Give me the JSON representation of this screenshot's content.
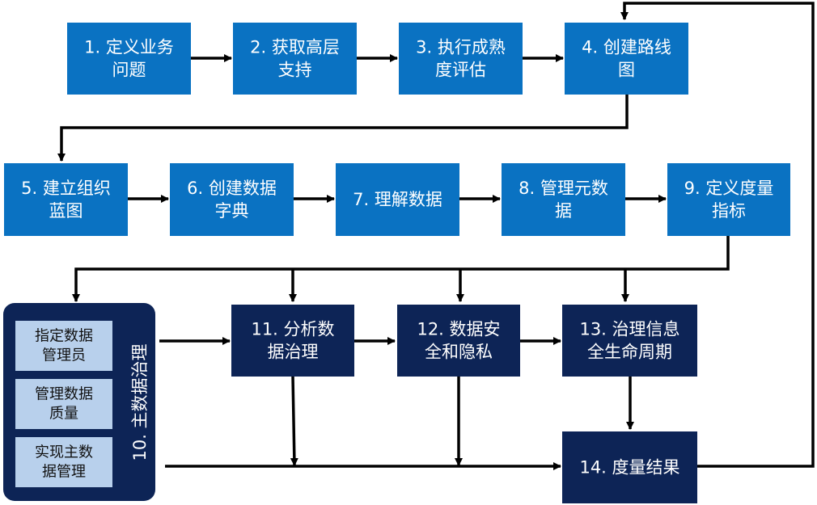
{
  "colors": {
    "step_box": "#0a72c2",
    "governance_box": "#0d2456",
    "sub_box": "#b8d0ec",
    "connector": "#000000"
  },
  "steps": [
    {
      "id": "s1",
      "lines": [
        "1. 定义业务",
        "问题"
      ]
    },
    {
      "id": "s2",
      "lines": [
        "2. 获取高层",
        "支持"
      ]
    },
    {
      "id": "s3",
      "lines": [
        "3. 执行成熟",
        "度评估"
      ]
    },
    {
      "id": "s4",
      "lines": [
        "4. 创建路线",
        "图"
      ]
    },
    {
      "id": "s5",
      "lines": [
        "5. 建立组织",
        "蓝图"
      ]
    },
    {
      "id": "s6",
      "lines": [
        "6. 创建数据",
        "字典"
      ]
    },
    {
      "id": "s7",
      "lines": [
        "7. 理解数据"
      ]
    },
    {
      "id": "s8",
      "lines": [
        "8. 管理元数",
        "据"
      ]
    },
    {
      "id": "s9",
      "lines": [
        "9. 定义度量",
        "指标"
      ]
    },
    {
      "id": "s11",
      "lines": [
        "11. 分析数",
        "据治理"
      ]
    },
    {
      "id": "s12",
      "lines": [
        "12. 数据安",
        "全和隐私"
      ]
    },
    {
      "id": "s13",
      "lines": [
        "13. 治理信息",
        "全生命周期"
      ]
    },
    {
      "id": "s14",
      "lines": [
        "14. 度量结果"
      ]
    }
  ],
  "master_data": {
    "label": "10. 主数据治理",
    "items": [
      {
        "lines": [
          "指定数据",
          "管理员"
        ]
      },
      {
        "lines": [
          "管理数据",
          "质量"
        ]
      },
      {
        "lines": [
          "实现主数",
          "据管理"
        ]
      }
    ]
  }
}
